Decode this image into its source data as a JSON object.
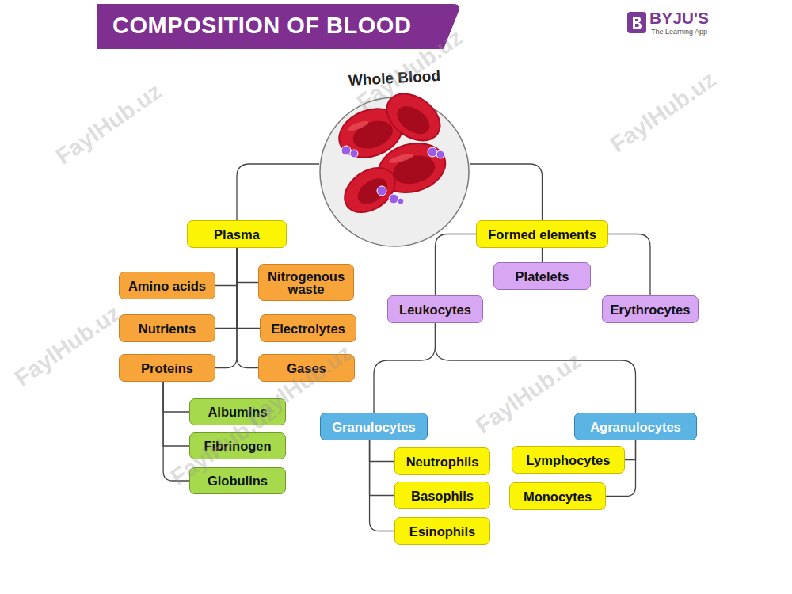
{
  "diagram": {
    "title": "COMPOSITION OF BLOOD",
    "nodes": [
      {
        "text": [
          "Whole Blood"
        ]
      },
      {
        "text": [
          "Plasma"
        ]
      },
      {
        "text": [
          "Formed elements"
        ]
      },
      {
        "text": [
          "Amino acids"
        ]
      },
      {
        "text": [
          "Nitrogenous waste"
        ]
      },
      {
        "text": [
          "Platelets"
        ]
      },
      {
        "text": [
          "Leukocytes"
        ]
      },
      {
        "text": [
          "Erythrocytes"
        ]
      },
      {
        "text": [
          "Nutrients"
        ]
      },
      {
        "text": [
          "Electrolytes"
        ]
      },
      {
        "text": [
          "Proteins"
        ]
      },
      {
        "text": [
          "Gases"
        ]
      },
      {
        "text": [
          "Albumins"
        ]
      },
      {
        "text": [
          "Fibrinogen"
        ]
      },
      {
        "text": [
          "Globulins"
        ]
      },
      {
        "text": [
          "Granulocytes"
        ]
      },
      {
        "text": [
          "Agranulocytes"
        ]
      },
      {
        "text": [
          "Neutrophils"
        ]
      },
      {
        "text": [
          "Lymphocytes"
        ]
      },
      {
        "text": [
          "Basophils"
        ]
      },
      {
        "text": [
          "Monocytes"
        ]
      },
      {
        "text": [
          "Esinophils"
        ]
      }
    ],
    "edges": [
      {
        "from": 0,
        "to": 1,
        "arrow": "none"
      },
      {
        "from": 0,
        "to": 2,
        "arrow": "none"
      },
      {
        "from": 1,
        "to": 3,
        "arrow": "none"
      },
      {
        "from": 1,
        "to": 4,
        "arrow": "none"
      },
      {
        "from": 1,
        "to": 8,
        "arrow": "none"
      },
      {
        "from": 1,
        "to": 9,
        "arrow": "none"
      },
      {
        "from": 1,
        "to": 10,
        "arrow": "none"
      },
      {
        "from": 1,
        "to": 11,
        "arrow": "none"
      },
      {
        "from": 2,
        "to": 5,
        "arrow": "none"
      },
      {
        "from": 2,
        "to": 6,
        "arrow": "none"
      },
      {
        "from": 2,
        "to": 7,
        "arrow": "none"
      },
      {
        "from": 6,
        "to": 15,
        "arrow": "none"
      },
      {
        "from": 6,
        "to": 16,
        "arrow": "none"
      },
      {
        "from": 10,
        "to": 12,
        "arrow": "none"
      },
      {
        "from": 10,
        "to": 13,
        "arrow": "none"
      },
      {
        "from": 10,
        "to": 14,
        "arrow": "none"
      },
      {
        "from": 15,
        "to": 17,
        "arrow": "none"
      },
      {
        "from": 15,
        "to": 19,
        "arrow": "none"
      },
      {
        "from": 15,
        "to": 21,
        "arrow": "none"
      },
      {
        "from": 16,
        "to": 18,
        "arrow": "none"
      },
      {
        "from": 16,
        "to": 20,
        "arrow": "none"
      }
    ],
    "labels": [
      "BYJU'S",
      "The Learning App",
      "FaylHub.uz",
      "FaylHub.uz",
      "FaylHub.uz",
      "FaylHub.uz",
      "FaylHub.uz",
      "FaylHub.uz",
      "FaylHub.uz"
    ]
  }
}
